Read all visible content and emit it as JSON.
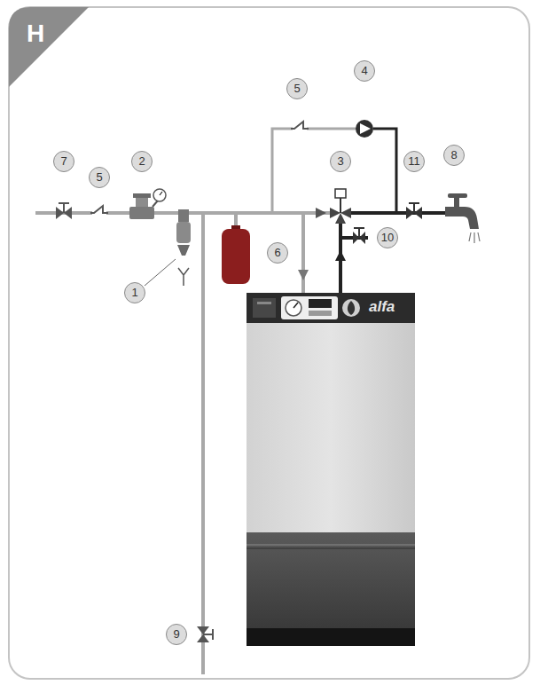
{
  "diagram": {
    "nodes": [
      {
        "text": [
          "alfa"
        ]
      }
    ],
    "labels": [
      "H",
      "7",
      "5",
      "2",
      "1",
      "9",
      "6",
      "5",
      "4",
      "3",
      "11",
      "8",
      "10"
    ]
  }
}
